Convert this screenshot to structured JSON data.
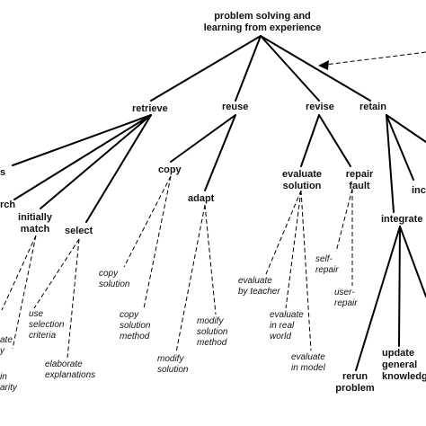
{
  "diagram": {
    "root": "problem solving and\nlearning from experience",
    "tasks": {
      "retrieve": "retrieve",
      "reuse": "reuse",
      "revise": "revise",
      "retain": "retain",
      "s_partial": "s",
      "search_partial": "rch",
      "initially_match": "initially\nmatch",
      "select": "select",
      "copy": "copy",
      "adapt": "adapt",
      "evaluate_solution": "evaluate\nsolution",
      "repair_fault": "repair\nfault",
      "integrate": "integrate",
      "inc_partial": "inc",
      "rerun_problem": "rerun\nproblem",
      "update_general_knowledge": "update\ngeneral\nknowledg"
    },
    "methods": {
      "use_selection_criteria": "use\nselection\ncriteria",
      "elaborate_explanations": "elaborate\nexplanations",
      "ate_y_partial": "ate\ny",
      "in_arity_partial": "in\narity",
      "copy_solution": "copy\nsolution",
      "copy_solution_method": "copy\nsolution\nmethod",
      "modify_solution": "modify\nsolution",
      "modify_solution_method": "modify\nsolution\nmethod",
      "evaluate_by_teacher": "evaluate\nby teacher",
      "evaluate_in_real_world": "evaluate\nin real\nworld",
      "evaluate_in_model": "evaluate\nin model",
      "self_repair": "self-\nrepair",
      "user_repair": "user-\nrepair"
    }
  }
}
